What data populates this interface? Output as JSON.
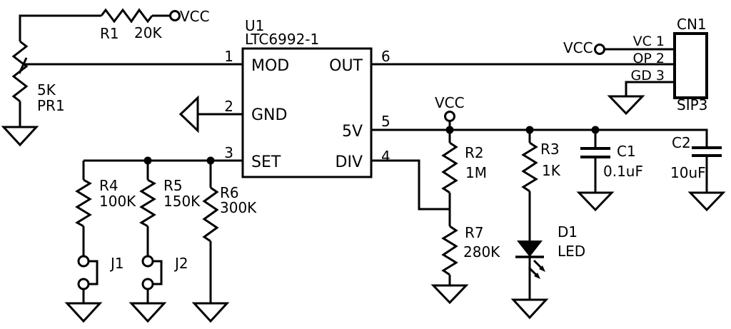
{
  "power": {
    "vcc": "VCC"
  },
  "u1": {
    "ref": "U1",
    "part": "LTC6992-1",
    "pin_names": {
      "mod": "MOD",
      "gnd": "GND",
      "set": "SET",
      "out": "OUT",
      "v5": "5V",
      "div": "DIV"
    },
    "pin_numbers": {
      "mod": "1",
      "gnd": "2",
      "set": "3",
      "out": "6",
      "v5": "5",
      "div": "4"
    }
  },
  "cn1": {
    "ref": "CN1",
    "footprint": "SIP3",
    "pin_labels": [
      "VC 1",
      "OP 2",
      "GD 3"
    ]
  },
  "resistors": {
    "r1": {
      "ref": "R1",
      "value": "20K"
    },
    "r2": {
      "ref": "R2",
      "value": "1M"
    },
    "r3": {
      "ref": "R3",
      "value": "1K"
    },
    "r4": {
      "ref": "R4",
      "value": "100K"
    },
    "r5": {
      "ref": "R5",
      "value": "150K"
    },
    "r6": {
      "ref": "R6",
      "value": "300K"
    },
    "r7": {
      "ref": "R7",
      "value": "280K"
    }
  },
  "potentiometer": {
    "ref": "PR1",
    "value": "5K"
  },
  "jumpers": {
    "j1": "J1",
    "j2": "J2"
  },
  "capacitors": {
    "c1": {
      "ref": "C1",
      "value": "0.1uF"
    },
    "c2": {
      "ref": "C2",
      "value": "10uF"
    }
  },
  "diode": {
    "ref": "D1",
    "value": "LED"
  }
}
